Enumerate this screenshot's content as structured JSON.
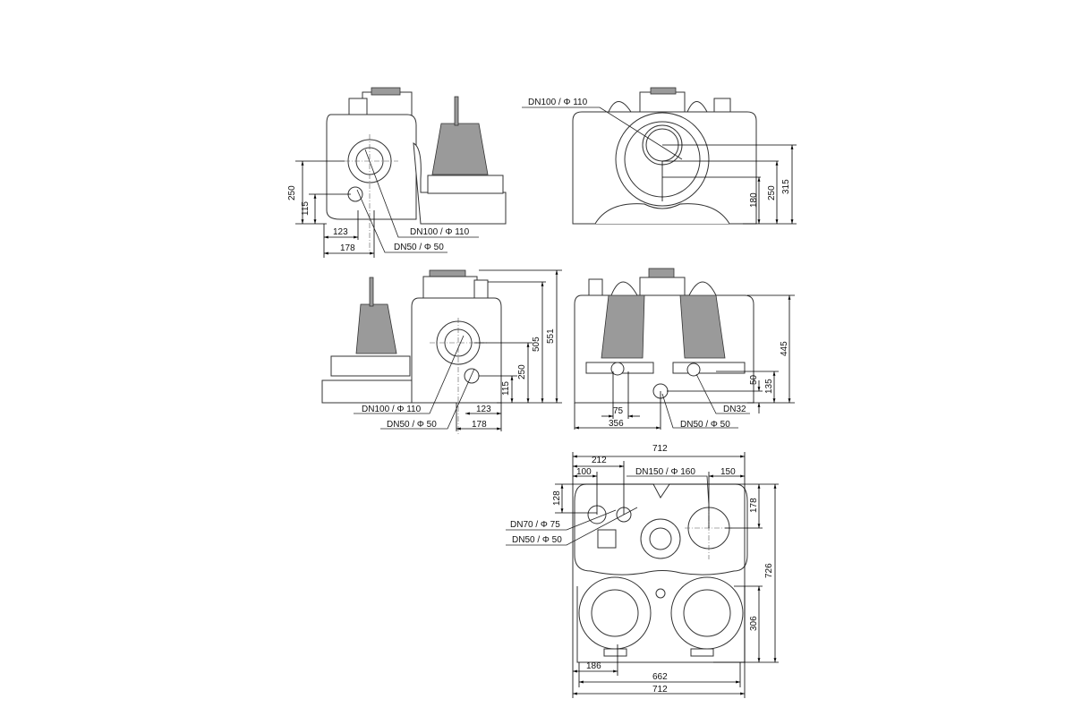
{
  "views": {
    "side_left": {
      "dims": {
        "h250": "250",
        "h115": "115",
        "w123": "123",
        "w178": "178"
      },
      "callouts": {
        "dn100": "DN100 /   Φ 110",
        "dn50": "DN50 /   Φ 50"
      }
    },
    "front_top": {
      "dims": {
        "h180": "180",
        "h250": "250",
        "h315": "315"
      },
      "callouts": {
        "dn100": "DN100 /   Φ 110"
      }
    },
    "side_right": {
      "dims": {
        "h551": "551",
        "h505": "505",
        "h250": "250",
        "h115": "115",
        "w123": "123",
        "w178": "178"
      },
      "callouts": {
        "dn100": "DN100 /   Φ 110",
        "dn50": "DN50 /   Φ 50"
      }
    },
    "rear": {
      "dims": {
        "h445": "445",
        "h135": "135",
        "h50": "50",
        "w75": "75",
        "w356": "356"
      },
      "callouts": {
        "dn32": "DN32",
        "dn50": "DN50 /   Φ 50"
      }
    },
    "plan": {
      "dims": {
        "w712_top": "712",
        "w212": "212",
        "w100": "100",
        "w150": "150",
        "h128": "128",
        "h178": "178",
        "h726": "726",
        "h306": "306",
        "w186": "186",
        "w662": "662",
        "w712_bottom": "712"
      },
      "callouts": {
        "dn150": "DN150 /   Φ 160",
        "dn70": "DN70 /   Φ 75",
        "dn50": "DN50 /   Φ 50"
      }
    }
  }
}
